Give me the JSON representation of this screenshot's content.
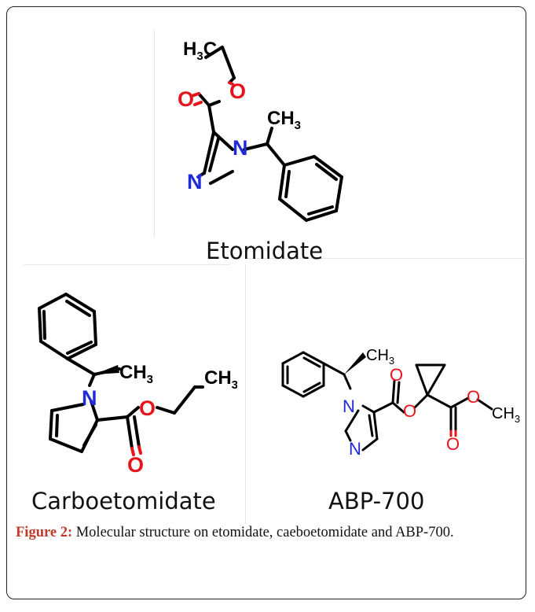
{
  "figure": {
    "caption_label": "Figure 2:",
    "caption_text": " Molecular structure on etomidate, caeboetomidate and ABP-700."
  },
  "molecules": [
    {
      "name": "Etomidate",
      "atom_labels": {
        "ch3_top": "H3C",
        "ch3_side": "CH3",
        "o1": "O",
        "o2": "O",
        "n1": "N",
        "n2": "N"
      }
    },
    {
      "name": "Carboetomidate",
      "atom_labels": {
        "ch3_a": "CH3",
        "ch3_b": "CH3",
        "n1": "N",
        "o1": "O",
        "o2": "O"
      }
    },
    {
      "name": "ABP-700",
      "atom_labels": {
        "ch3_a": "CH3",
        "ch3_b": "CH3",
        "n1": "N",
        "n2": "N",
        "o1": "O",
        "o2": "O",
        "o3": "O",
        "o4": "O"
      }
    }
  ],
  "colors": {
    "carbon": "#000000",
    "oxygen": "#e8141c",
    "nitrogen": "#1f2bd6",
    "caption_label": "#c0392b"
  }
}
